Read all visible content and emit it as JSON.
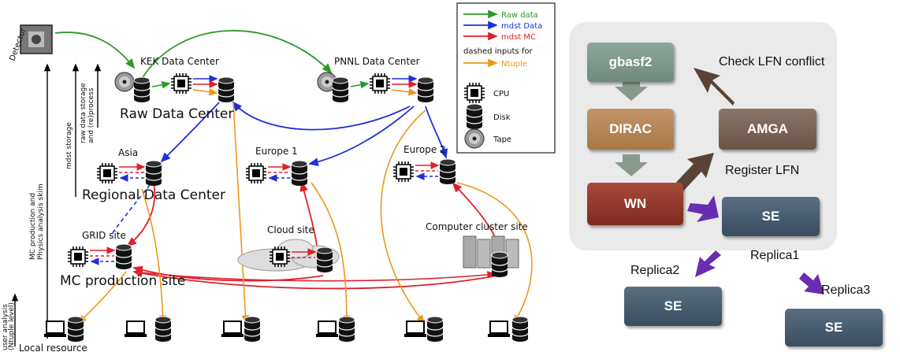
{
  "left": {
    "detector_label": "Detector",
    "centers": {
      "kek": "KEK Data Center",
      "pnnl": "PNNL Data Center",
      "raw": "Raw Data Center",
      "asia": "Asia",
      "europe1": "Europe 1",
      "europe2": "Europe 2",
      "regional": "Regional Data Center",
      "grid": "GRID site",
      "cloud": "Cloud site",
      "cluster": "Computer cluster site",
      "mc": "MC production site",
      "local": "Local resource"
    },
    "axes": {
      "raw_storage_1": "raw data storage",
      "raw_storage_2": "and (re)process",
      "mdst_storage": "mdst storage",
      "mc_prod_1": "MC production and",
      "mc_prod_2": "Physics analysis skim",
      "user_1": "user analysis",
      "user_2": "(Ntuple level)"
    },
    "legend": {
      "raw": "Raw data",
      "mdst_data": "mdst Data",
      "mdst_mc": "mdst MC",
      "dashed_1": "dashed inputs for",
      "ntuple": "Ntuple",
      "cpu": "CPU",
      "disk": "Disk",
      "tape": "Tape"
    },
    "colors": {
      "raw": "#2a9a2a",
      "mdst_data": "#1f2fd8",
      "mdst_mc": "#e0202a",
      "ntuple": "#f0951a"
    }
  },
  "right": {
    "boxes": {
      "gbasf2": "gbasf2",
      "dirac": "DIRAC",
      "amga": "AMGA",
      "wn": "WN",
      "se_main": "SE",
      "se_r2": "SE",
      "se_r3": "SE"
    },
    "labels": {
      "check": "Check LFN conflict",
      "register": "Register LFN",
      "replica1": "Replica1",
      "replica2": "Replica2",
      "replica3": "Replica3"
    }
  }
}
